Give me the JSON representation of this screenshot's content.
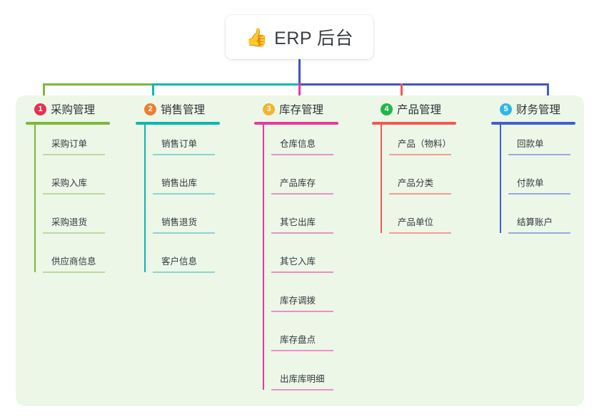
{
  "root": {
    "icon": "thumbs-up-icon",
    "emoji": "👍",
    "title": "ERP 后台"
  },
  "theme": {
    "panel_bg": "#ecf7e8",
    "page_bg": "#ffffff",
    "text": "#33383c",
    "trunk": "#4250c8"
  },
  "columns": [
    {
      "index": "1",
      "title": "采购管理",
      "badge_color": "#e8304f",
      "line_color": "#7cb83a",
      "leaf_color": "#bcd9a0",
      "items": [
        "采购订单",
        "采购入库",
        "采购退货",
        "供应商信息"
      ]
    },
    {
      "index": "2",
      "title": "销售管理",
      "badge_color": "#f07c2e",
      "line_color": "#0cb8ae",
      "leaf_color": "#8dd3cf",
      "items": [
        "销售订单",
        "销售出库",
        "销售退货",
        "客户信息"
      ]
    },
    {
      "index": "3",
      "title": "库存管理",
      "badge_color": "#f5b32e",
      "line_color": "#e8399e",
      "leaf_color": "#ee8fc3",
      "items": [
        "仓库信息",
        "产品库存",
        "其它出库",
        "其它入库",
        "库存调拨",
        "库存盘点",
        "出库库明细"
      ]
    },
    {
      "index": "4",
      "title": "产品管理",
      "badge_color": "#1fb84a",
      "line_color": "#f4584f",
      "leaf_color": "#f79b91",
      "items": [
        "产品（物料）",
        "产品分类",
        "产品单位"
      ]
    },
    {
      "index": "5",
      "title": "财务管理",
      "badge_color": "#2fb6e8",
      "line_color": "#3f5fd0",
      "leaf_color": "#98a9e4",
      "items": [
        "回款单",
        "付款单",
        "结算账户"
      ]
    }
  ]
}
